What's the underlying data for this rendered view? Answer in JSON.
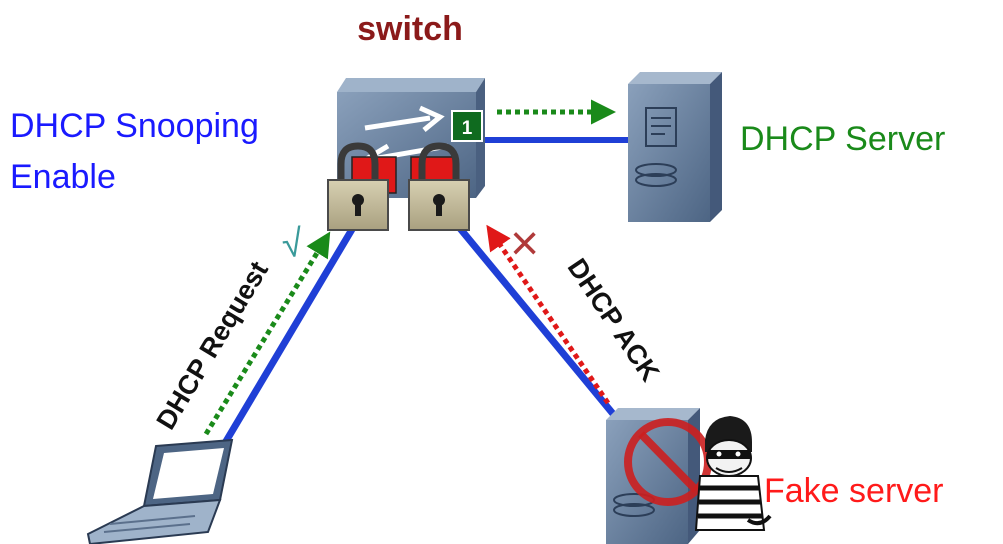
{
  "labels": {
    "switch": "switch",
    "snooping_line1": "DHCP Snooping",
    "snooping_line2": "Enable",
    "dhcp_server": "DHCP Server",
    "fake_server": "Fake server",
    "dhcp_request": "DHCP Request",
    "dhcp_ack": "DHCP ACK",
    "port_number": "1",
    "check_mark": "√",
    "cross_mark": "×"
  },
  "colors": {
    "switch_label": "#8b1a1a",
    "snooping_label": "#1a1aff",
    "server_label": "#1a8a1a",
    "fake_label": "#ff1a1a",
    "link": "#1f3fd6",
    "allowed_flow": "#1a8a1a",
    "blocked_flow": "#e01818",
    "trusted_port": "#0f6b1f",
    "untrusted_port": "#e01818",
    "device_body": "#5f7896",
    "device_face": "#7c93ad",
    "forbid_sign": "#cc1f1f"
  },
  "icons": [
    "switch-icon",
    "server-icon",
    "laptop-icon",
    "padlock-icon",
    "thief-icon",
    "forbidden-icon"
  ]
}
